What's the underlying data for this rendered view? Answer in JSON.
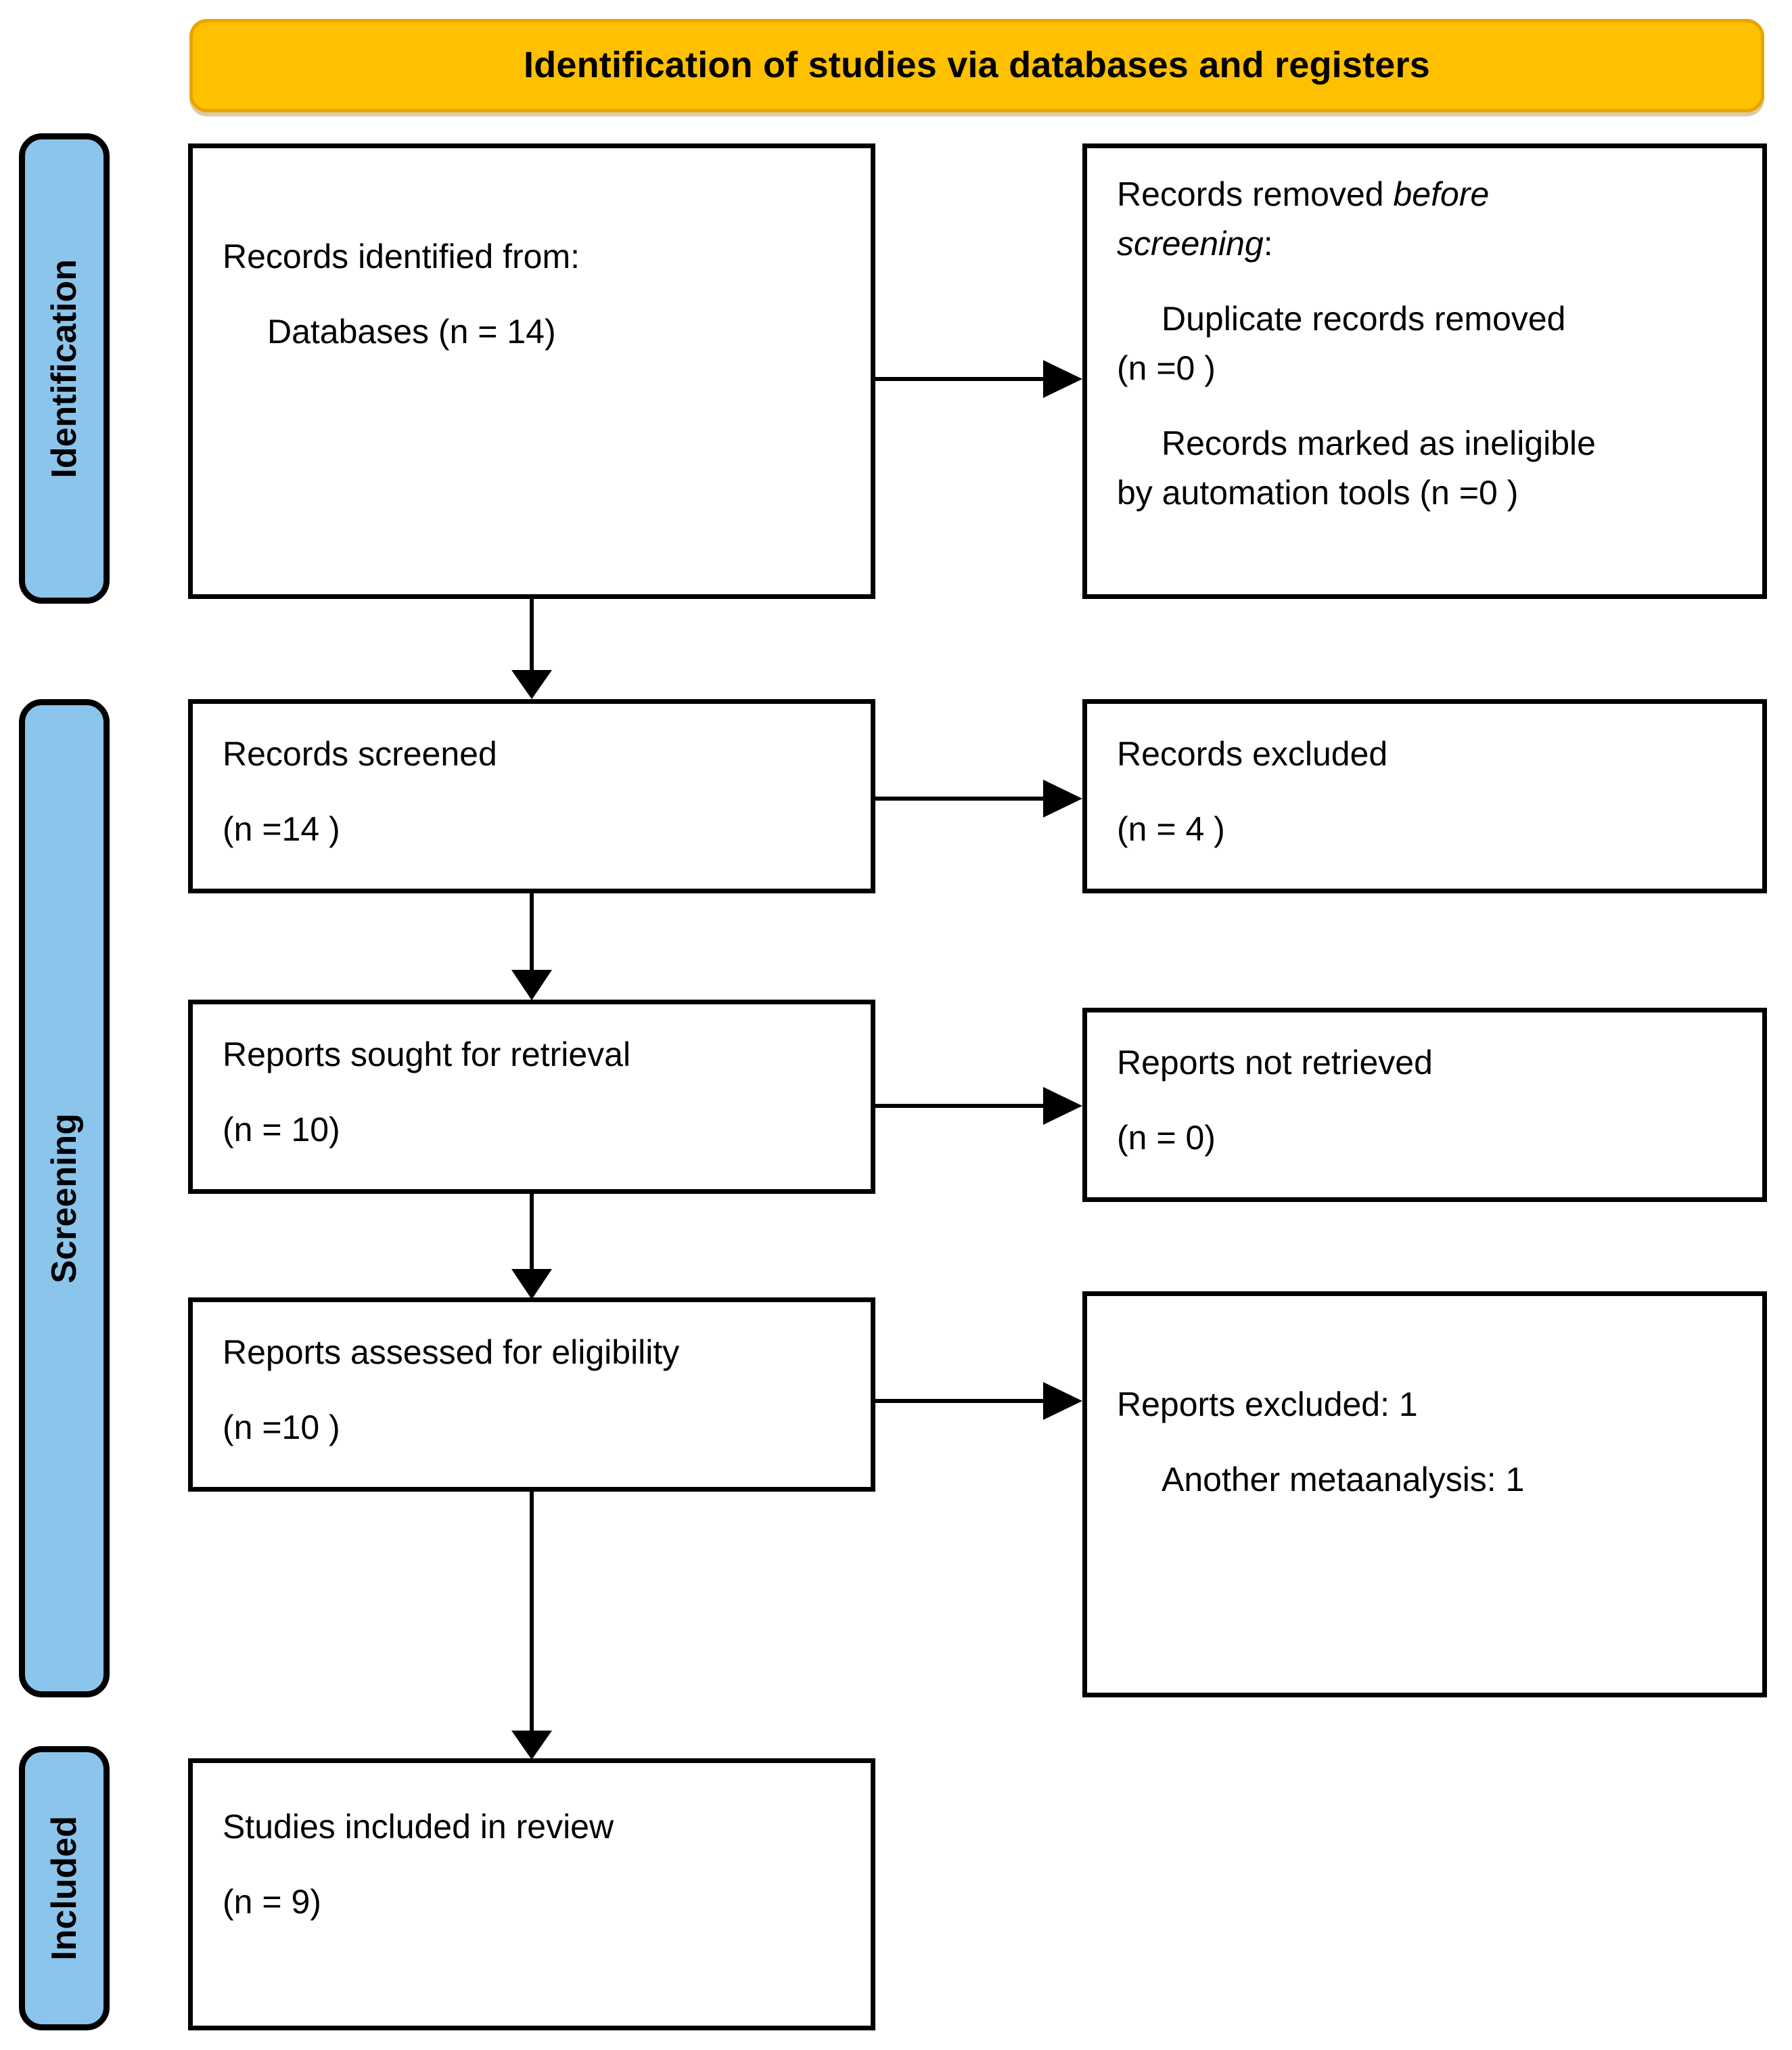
{
  "banner": {
    "title": "Identification of studies via databases and registers",
    "fill_color": "#FFC000",
    "border_color": "#E8A400"
  },
  "stages": [
    {
      "id": "identification",
      "label": "Identification",
      "fill_color": "#8CC5EC"
    },
    {
      "id": "screening",
      "label": "Screening",
      "fill_color": "#8CC5EC"
    },
    {
      "id": "included",
      "label": "Included",
      "fill_color": "#8CC5EC"
    }
  ],
  "boxes": {
    "records_identified": {
      "lines": [
        "Records identified from:",
        "Databases (n = 14)"
      ]
    },
    "records_removed": {
      "line1_prefix": "Records removed ",
      "line1_italic": "before",
      "line2_italic": "screening",
      "line2_suffix": ":",
      "item1_line1": "Duplicate records removed",
      "item1_line2": "(n =0 )",
      "item2_line1": "Records marked as ineligible",
      "item2_line2": "by automation tools (n =0 )"
    },
    "records_screened": {
      "line1": "Records screened",
      "line2": "(n =14 )"
    },
    "records_excluded": {
      "line1": "Records excluded",
      "line2": "(n = 4 )"
    },
    "reports_sought": {
      "line1": "Reports sought for retrieval",
      "line2": "(n = 10)"
    },
    "reports_not_retrieved": {
      "line1": "Reports not retrieved",
      "line2": "(n = 0)"
    },
    "reports_assessed": {
      "line1": "Reports assessed for eligibility",
      "line2": "(n =10 )"
    },
    "reports_excluded": {
      "line1": "Reports excluded: 1",
      "line2": "Another metaanalysis: 1"
    },
    "studies_included": {
      "line1": "Studies included in review",
      "line2": "(n = 9)"
    }
  },
  "flow_data": {
    "type": "prisma-flow",
    "title": "Identification of studies via databases and registers",
    "nodes": [
      {
        "id": "records_identified",
        "stage": "Identification",
        "label": "Records identified from: Databases",
        "n": 14
      },
      {
        "id": "records_removed",
        "stage": "Identification",
        "label": "Records removed before screening",
        "duplicate_records_removed": 0,
        "marked_ineligible_by_automation_tools": 0
      },
      {
        "id": "records_screened",
        "stage": "Screening",
        "label": "Records screened",
        "n": 14
      },
      {
        "id": "records_excluded",
        "stage": "Screening",
        "label": "Records excluded",
        "n": 4
      },
      {
        "id": "reports_sought",
        "stage": "Screening",
        "label": "Reports sought for retrieval",
        "n": 10
      },
      {
        "id": "reports_not_retrieved",
        "stage": "Screening",
        "label": "Reports not retrieved",
        "n": 0
      },
      {
        "id": "reports_assessed",
        "stage": "Screening",
        "label": "Reports assessed for eligibility",
        "n": 10
      },
      {
        "id": "reports_excluded",
        "stage": "Screening",
        "label": "Reports excluded",
        "n": 1,
        "reasons": [
          {
            "reason": "Another metaanalysis",
            "n": 1
          }
        ]
      },
      {
        "id": "studies_included",
        "stage": "Included",
        "label": "Studies included in review",
        "n": 9
      }
    ],
    "edges": [
      {
        "from": "records_identified",
        "to": "records_removed",
        "direction": "right"
      },
      {
        "from": "records_identified",
        "to": "records_screened",
        "direction": "down"
      },
      {
        "from": "records_screened",
        "to": "records_excluded",
        "direction": "right"
      },
      {
        "from": "records_screened",
        "to": "reports_sought",
        "direction": "down"
      },
      {
        "from": "reports_sought",
        "to": "reports_not_retrieved",
        "direction": "right"
      },
      {
        "from": "reports_sought",
        "to": "reports_assessed",
        "direction": "down"
      },
      {
        "from": "reports_assessed",
        "to": "reports_excluded",
        "direction": "right"
      },
      {
        "from": "reports_assessed",
        "to": "studies_included",
        "direction": "down"
      }
    ]
  }
}
